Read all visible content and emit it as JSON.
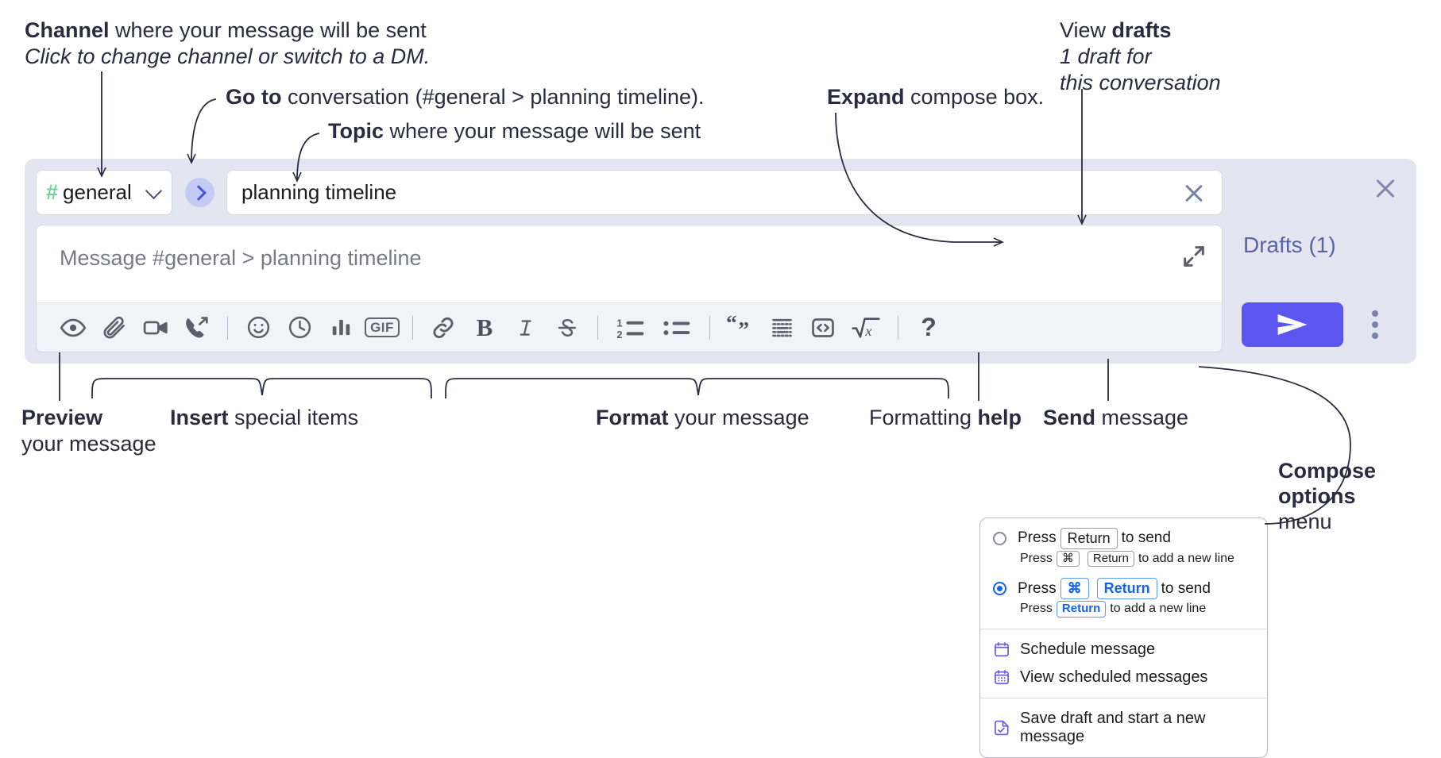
{
  "annotations": {
    "channel": {
      "line1_bold": "Channel",
      "line1_rest": " where your message will be sent",
      "line2_italic": "Click to change channel or switch to a DM."
    },
    "goto": {
      "bold": "Go to",
      "rest": " conversation (#general > planning timeline)."
    },
    "topic": {
      "bold": "Topic",
      "rest": " where your message will be sent"
    },
    "expand": {
      "bold": "Expand",
      "rest": " compose box."
    },
    "drafts": {
      "line1_rest": "View ",
      "line1_bold": "drafts",
      "line2_italic": "1 draft for",
      "line3_italic": "this conversation"
    },
    "preview": {
      "bold": "Preview",
      "line2": "your message"
    },
    "insert": {
      "bold": "Insert",
      "rest": " special items"
    },
    "format": {
      "bold": "Format",
      "rest": " your message"
    },
    "help": {
      "rest": "Formatting ",
      "bold": "help"
    },
    "send": {
      "bold": "Send",
      "rest": " message"
    },
    "compose_options": {
      "line1_bold": "Compose",
      "line2_bold": "options",
      "line3": "menu"
    }
  },
  "compose": {
    "channel_name": "general",
    "channel_hash": "#",
    "channel_icon": "hash-icon",
    "chevron_icon": "chevron-down-icon",
    "goto_icon": "chevron-right-icon",
    "topic_value": "planning timeline",
    "topic_clear_icon": "close-icon",
    "message_placeholder": "Message #general > planning timeline",
    "expand_icon": "expand-icon",
    "close_icon": "close-icon",
    "drafts_label": "Drafts (1)",
    "send_icon": "send-paper-plane-icon",
    "options_icon": "vertical-dots-icon",
    "accent_color": "#5a56ef",
    "widget_background": "#e3e5f1",
    "hash_color": "#6fd39b",
    "drafts_color": "#5a62a8",
    "toolbar": [
      {
        "name": "preview-button",
        "icon": "eye-icon",
        "label": "Preview"
      },
      {
        "name": "attach-button",
        "icon": "paperclip-icon",
        "label": "Attach file"
      },
      {
        "name": "video-clip-button",
        "icon": "video-camera-icon",
        "label": "Record video clip"
      },
      {
        "name": "audio-clip-button",
        "icon": "phone-arrow-icon",
        "label": "Record audio clip"
      },
      {
        "name": "separator-1",
        "icon": "separator",
        "label": ""
      },
      {
        "name": "emoji-button",
        "icon": "smiley-icon",
        "label": "Emoji"
      },
      {
        "name": "reminder-button",
        "icon": "clock-icon",
        "label": "Reminder"
      },
      {
        "name": "poll-button",
        "icon": "bar-chart-icon",
        "label": "Poll"
      },
      {
        "name": "gif-button",
        "icon": "gif-icon",
        "label": "GIF"
      },
      {
        "name": "separator-2",
        "icon": "separator",
        "label": ""
      },
      {
        "name": "link-button",
        "icon": "link-icon",
        "label": "Link"
      },
      {
        "name": "bold-button",
        "icon": "bold-icon",
        "label": "B"
      },
      {
        "name": "italic-button",
        "icon": "italic-icon",
        "label": "I"
      },
      {
        "name": "strikethrough-button",
        "icon": "strikethrough-icon",
        "label": "S"
      },
      {
        "name": "separator-3",
        "icon": "separator",
        "label": ""
      },
      {
        "name": "ordered-list-button",
        "icon": "ordered-list-icon",
        "label": "Ordered list"
      },
      {
        "name": "bullet-list-button",
        "icon": "bullet-list-icon",
        "label": "Bulleted list"
      },
      {
        "name": "separator-4",
        "icon": "separator",
        "label": ""
      },
      {
        "name": "blockquote-button",
        "icon": "quote-icon",
        "label": "Blockquote"
      },
      {
        "name": "code-block-button",
        "icon": "code-block-icon",
        "label": "Code block"
      },
      {
        "name": "code-button",
        "icon": "code-icon",
        "label": "Code"
      },
      {
        "name": "math-button",
        "icon": "square-root-icon",
        "label": "Math"
      },
      {
        "name": "separator-5",
        "icon": "separator",
        "label": ""
      },
      {
        "name": "help-button",
        "icon": "question-mark-icon",
        "label": "?"
      }
    ]
  },
  "options_menu": {
    "option_return": {
      "selected": false,
      "press": "Press",
      "key1": "Return",
      "tail": "to send",
      "sub_press": "Press",
      "sub_key1": "⌘",
      "sub_key2": "Return",
      "sub_tail": "to add a new line"
    },
    "option_cmd_return": {
      "selected": true,
      "press": "Press",
      "key1": "⌘",
      "key2": "Return",
      "tail": "to send",
      "sub_press": "Press",
      "sub_key1": "Return",
      "sub_tail": "to add a new line"
    },
    "items": [
      {
        "name": "schedule-message",
        "icon": "calendar-clock-icon",
        "label": "Schedule message"
      },
      {
        "name": "view-scheduled",
        "icon": "calendar-grid-icon",
        "label": "View scheduled messages"
      },
      {
        "name": "save-draft",
        "icon": "file-check-icon",
        "label": "Save draft and start a new message"
      }
    ]
  }
}
